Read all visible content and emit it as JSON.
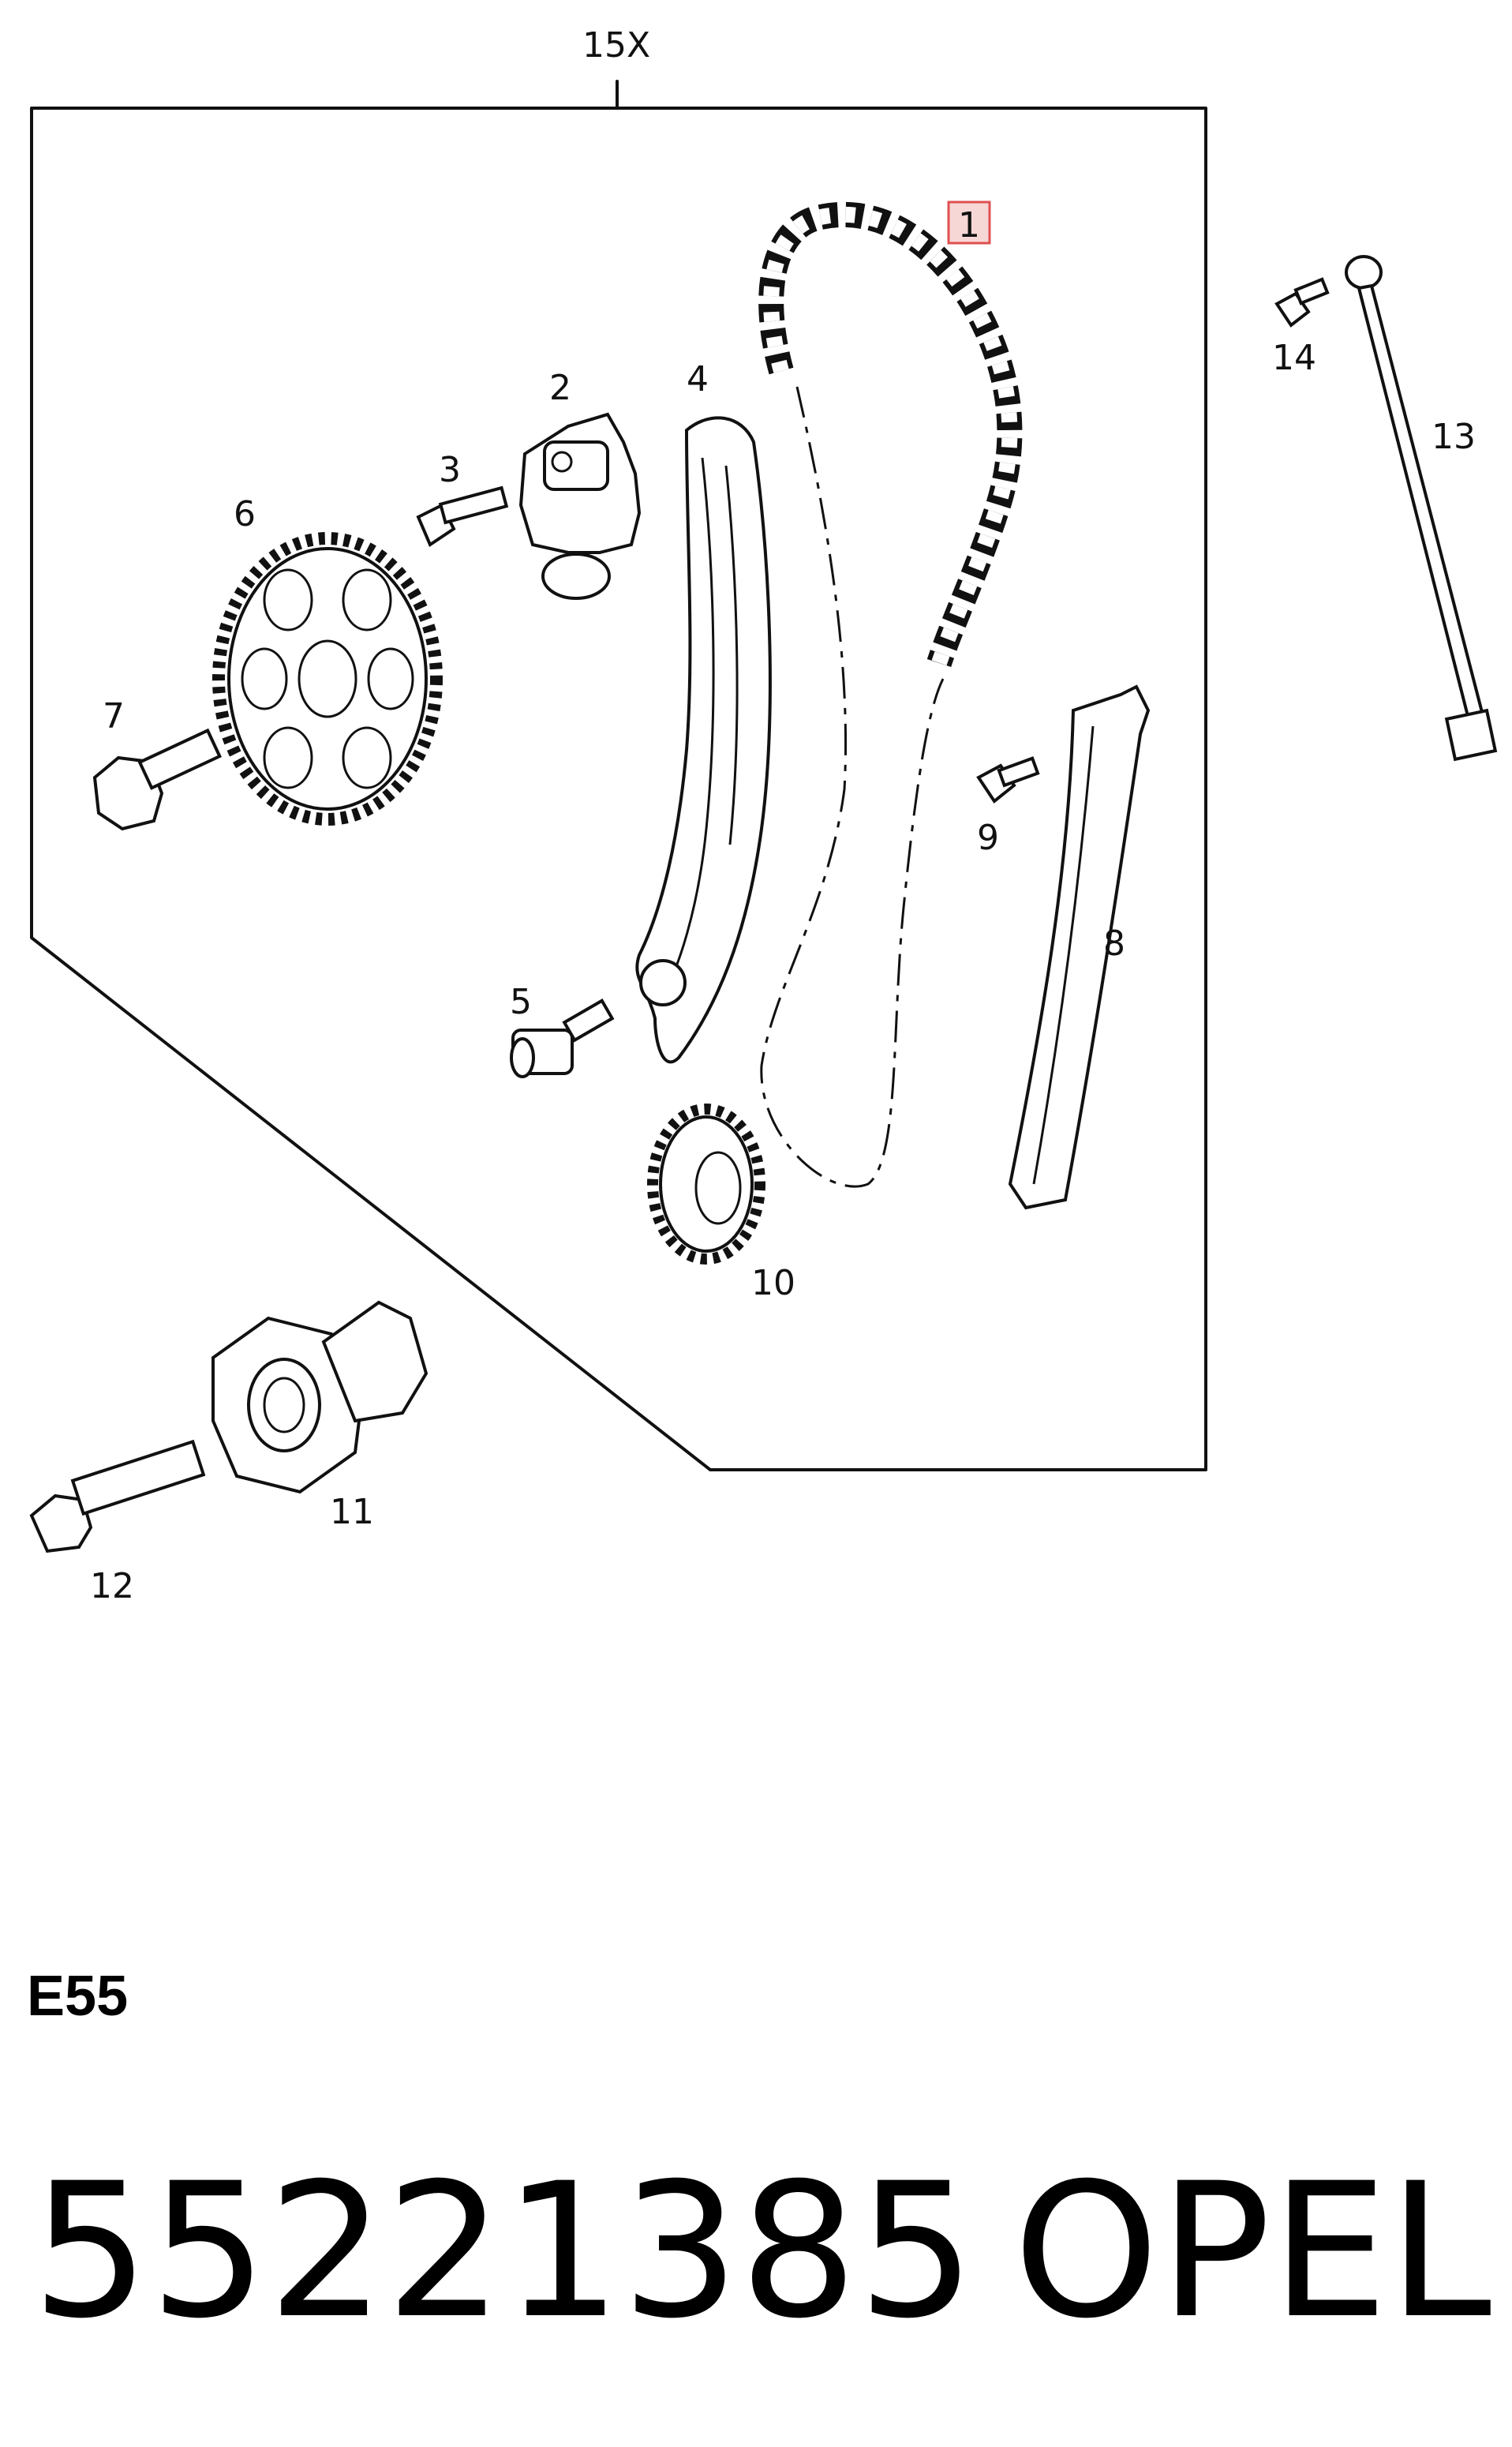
{
  "group_label": "15X",
  "callouts": {
    "c1": "1",
    "c2": "2",
    "c3": "3",
    "c4": "4",
    "c5": "5",
    "c6": "6",
    "c7": "7",
    "c8": "8",
    "c9": "9",
    "c10": "10",
    "c11": "11",
    "c12": "12",
    "c13": "13",
    "c14": "14"
  },
  "highlight_color": "#e05050",
  "variant_code": "E55",
  "part_number": "55221385",
  "brand": "OPEL"
}
